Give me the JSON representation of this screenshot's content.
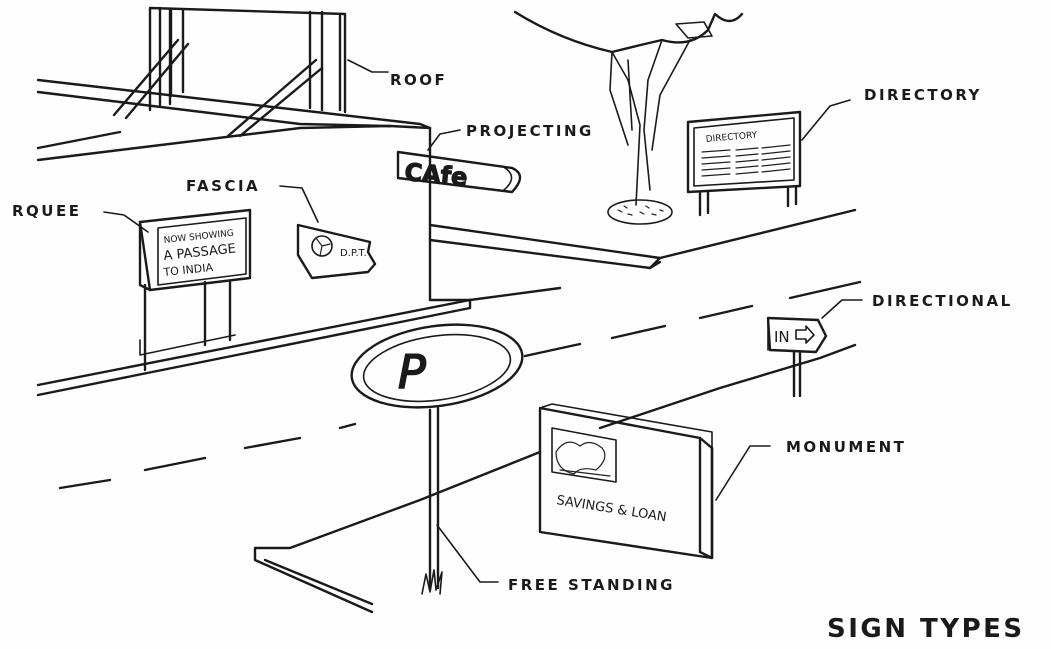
{
  "title": "SIGN TYPES",
  "labels": {
    "roof": "ROOF",
    "projecting": "PROJECTING",
    "directory": "DIRECTORY",
    "marquee": "RQUEE",
    "fascia": "FASCIA",
    "directional": "DIRECTIONAL",
    "monument": "MONUMENT",
    "free_standing": "FREE STANDING"
  },
  "sign_text": {
    "cafe": "CAfe",
    "marquee_line1": "NOW SHOWING",
    "marquee_line2": "A PASSAGE",
    "marquee_line3": "TO INDIA",
    "fascia": "D.P.T.",
    "directory_header": "DIRECTORY",
    "directional": "IN",
    "monument": "SAVINGS & LOAN",
    "free_standing_logo": "P"
  }
}
